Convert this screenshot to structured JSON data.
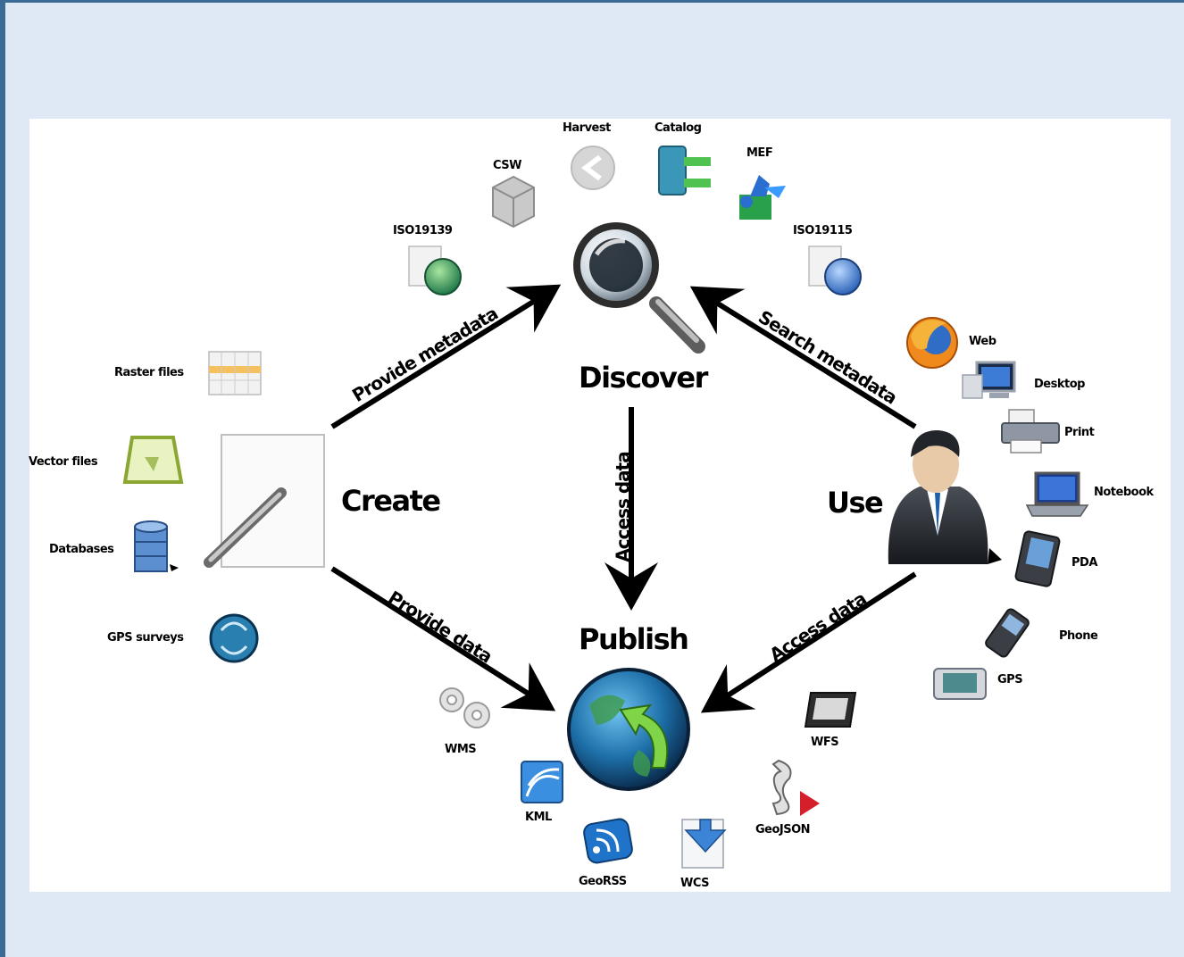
{
  "nodes": {
    "create": "Create",
    "discover": "Discover",
    "publish": "Publish",
    "use": "Use"
  },
  "edges": {
    "provide_metadata": "Provide metadata",
    "search_metadata": "Search metadata",
    "access_data_vertical": "Access data",
    "provide_data": "Provide data",
    "access_data_user": "Access data"
  },
  "create_items": [
    "Raster files",
    "Vector files",
    "Databases",
    "GPS surveys"
  ],
  "discover_items": [
    "ISO19139",
    "CSW",
    "Harvest",
    "Catalog",
    "MEF",
    "ISO19115"
  ],
  "use_items": [
    "Web",
    "Desktop",
    "Print",
    "Notebook",
    "PDA",
    "Phone",
    "GPS"
  ],
  "publish_items": [
    "WMS",
    "KML",
    "GeoRSS",
    "WCS",
    "GeoJSON",
    "WFS"
  ],
  "icons": {
    "create": "document-pencil-icon",
    "discover": "magnifier-icon",
    "publish": "globe-publish-icon",
    "use": "user-icon"
  },
  "colors": {
    "frame": "#3a6a95",
    "background": "#dfe9f5",
    "panel": "#ffffff",
    "arrow": "#000000"
  }
}
